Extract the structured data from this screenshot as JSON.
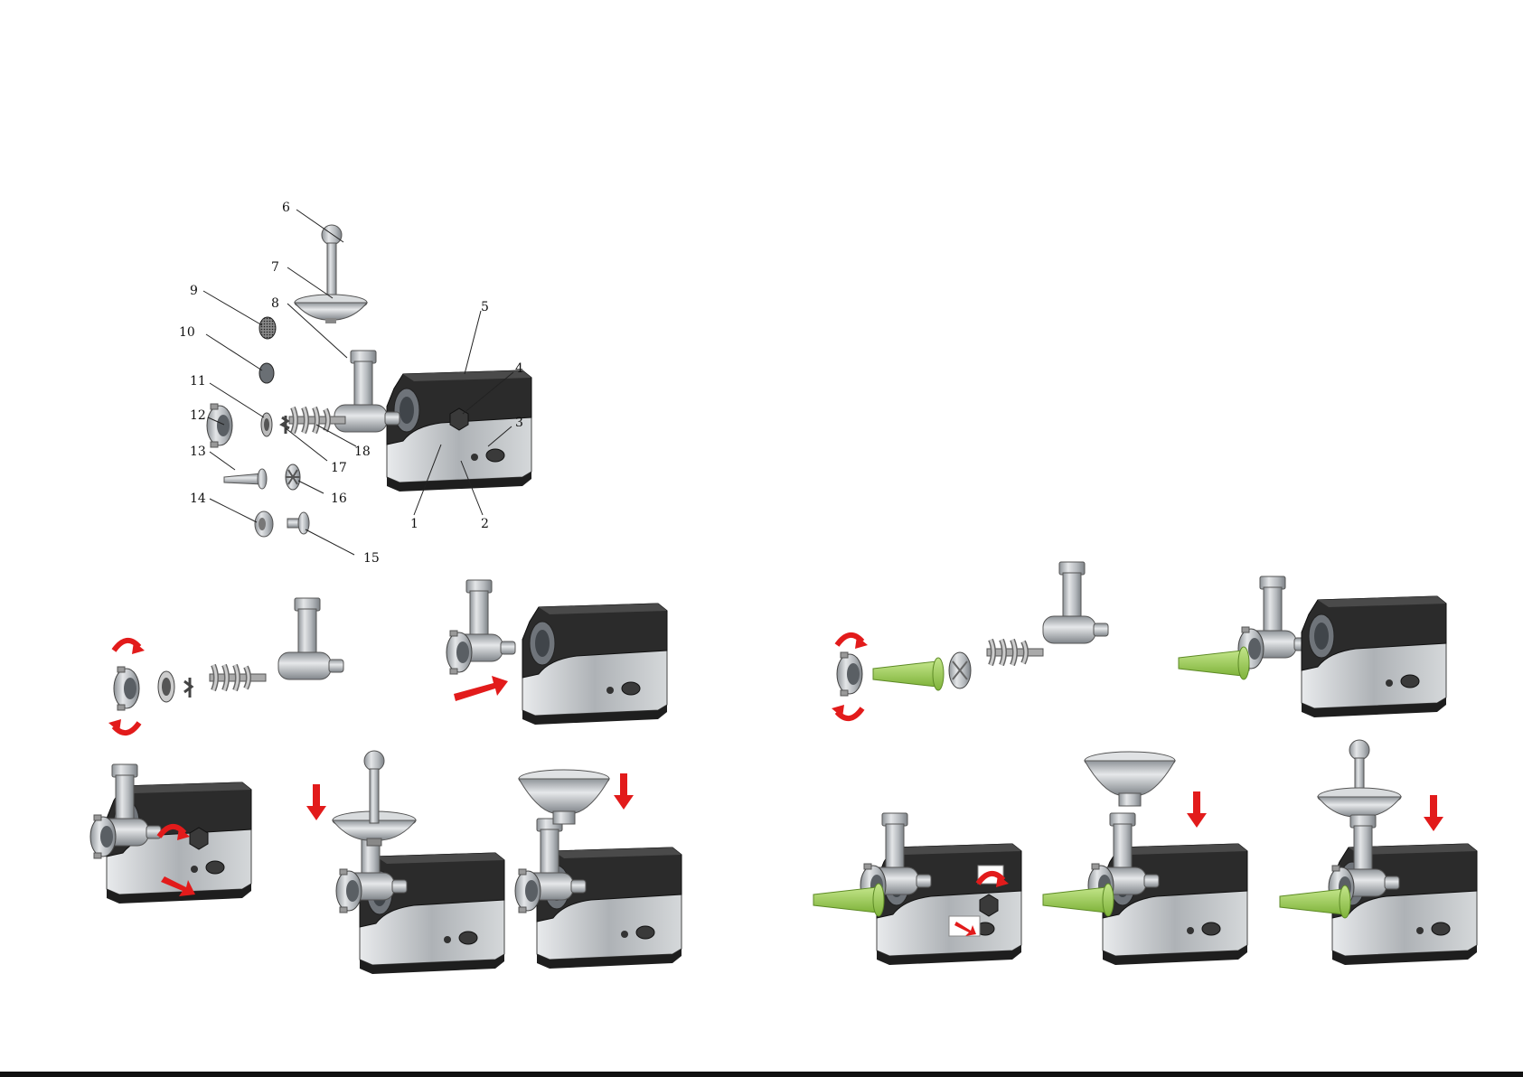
{
  "diagram": {
    "part_labels": {
      "p1": "1",
      "p2": "2",
      "p3": "3",
      "p4": "4",
      "p5": "5",
      "p6": "6",
      "p7": "7",
      "p8": "8",
      "p9": "9",
      "p10": "10",
      "p11": "11",
      "p12": "12",
      "p13": "13",
      "p14": "14",
      "p15": "15",
      "p16": "16",
      "p17": "17",
      "p18": "18"
    },
    "colors": {
      "arrow": "#e21b1b",
      "sausage_attachment": "#9acd4a",
      "metal": "#b8bcc0",
      "housing_dark": "#2b2b2b"
    }
  }
}
